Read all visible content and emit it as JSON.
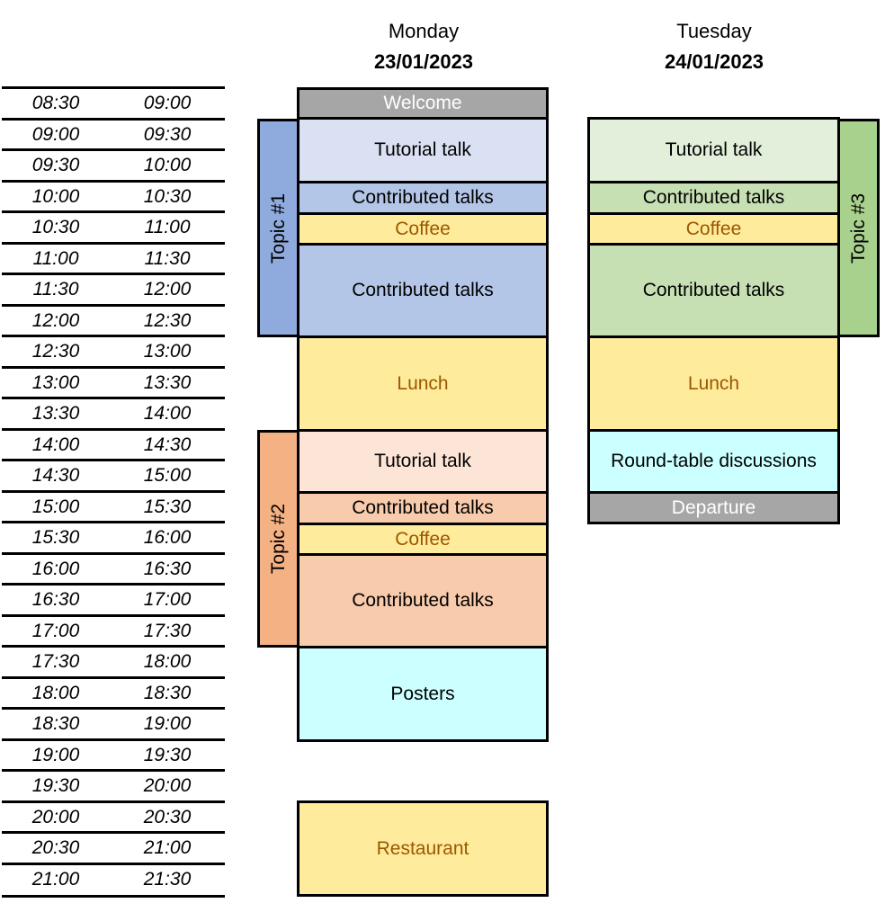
{
  "days": [
    {
      "name": "Monday",
      "date": "23/01/2023"
    },
    {
      "name": "Tuesday",
      "date": "24/01/2023"
    }
  ],
  "time_slots": [
    {
      "start": "08:30",
      "end": "09:00"
    },
    {
      "start": "09:00",
      "end": "09:30"
    },
    {
      "start": "09:30",
      "end": "10:00"
    },
    {
      "start": "10:00",
      "end": "10:30"
    },
    {
      "start": "10:30",
      "end": "11:00"
    },
    {
      "start": "11:00",
      "end": "11:30"
    },
    {
      "start": "11:30",
      "end": "12:00"
    },
    {
      "start": "12:00",
      "end": "12:30"
    },
    {
      "start": "12:30",
      "end": "13:00"
    },
    {
      "start": "13:00",
      "end": "13:30"
    },
    {
      "start": "13:30",
      "end": "14:00"
    },
    {
      "start": "14:00",
      "end": "14:30"
    },
    {
      "start": "14:30",
      "end": "15:00"
    },
    {
      "start": "15:00",
      "end": "15:30"
    },
    {
      "start": "15:30",
      "end": "16:00"
    },
    {
      "start": "16:00",
      "end": "16:30"
    },
    {
      "start": "16:30",
      "end": "17:00"
    },
    {
      "start": "17:00",
      "end": "17:30"
    },
    {
      "start": "17:30",
      "end": "18:00"
    },
    {
      "start": "18:00",
      "end": "18:30"
    },
    {
      "start": "18:30",
      "end": "19:00"
    },
    {
      "start": "19:00",
      "end": "19:30"
    },
    {
      "start": "19:30",
      "end": "20:00"
    },
    {
      "start": "20:00",
      "end": "20:30"
    },
    {
      "start": "20:30",
      "end": "21:00"
    },
    {
      "start": "21:00",
      "end": "21:30"
    }
  ],
  "monday": {
    "welcome": "Welcome",
    "tutorial_1": "Tutorial talk",
    "contributed_1a": "Contributed talks",
    "coffee_1": "Coffee",
    "contributed_1b": "Contributed talks",
    "lunch": "Lunch",
    "tutorial_2": "Tutorial talk",
    "contributed_2a": "Contributed talks",
    "coffee_2": "Coffee",
    "contributed_2b": "Contributed talks",
    "posters": "Posters",
    "restaurant": "Restaurant",
    "topic_1": "Topic #1",
    "topic_2": "Topic #2"
  },
  "tuesday": {
    "tutorial": "Tutorial talk",
    "contributed_a": "Contributed talks",
    "coffee": "Coffee",
    "contributed_b": "Contributed talks",
    "lunch": "Lunch",
    "roundtable": "Round-table discussions",
    "departure": "Departure",
    "topic_3": "Topic #3"
  },
  "colors": {
    "welcome_departure": "#A6A6A6",
    "topic1_light": "#DAE1F2",
    "topic1_mid": "#B4C6E7",
    "topic1_tab": "#8FAADC",
    "topic2_light": "#FCE4D6",
    "topic2_mid": "#F8CBAD",
    "topic2_tab": "#F4B183",
    "topic3_light": "#E2EFDA",
    "topic3_mid": "#C6E0B4",
    "topic3_tab": "#A9D18E",
    "break_yellow": "#FFEB9C",
    "break_text": "#9C5700",
    "posters_cyan": "#CCFFFF"
  }
}
